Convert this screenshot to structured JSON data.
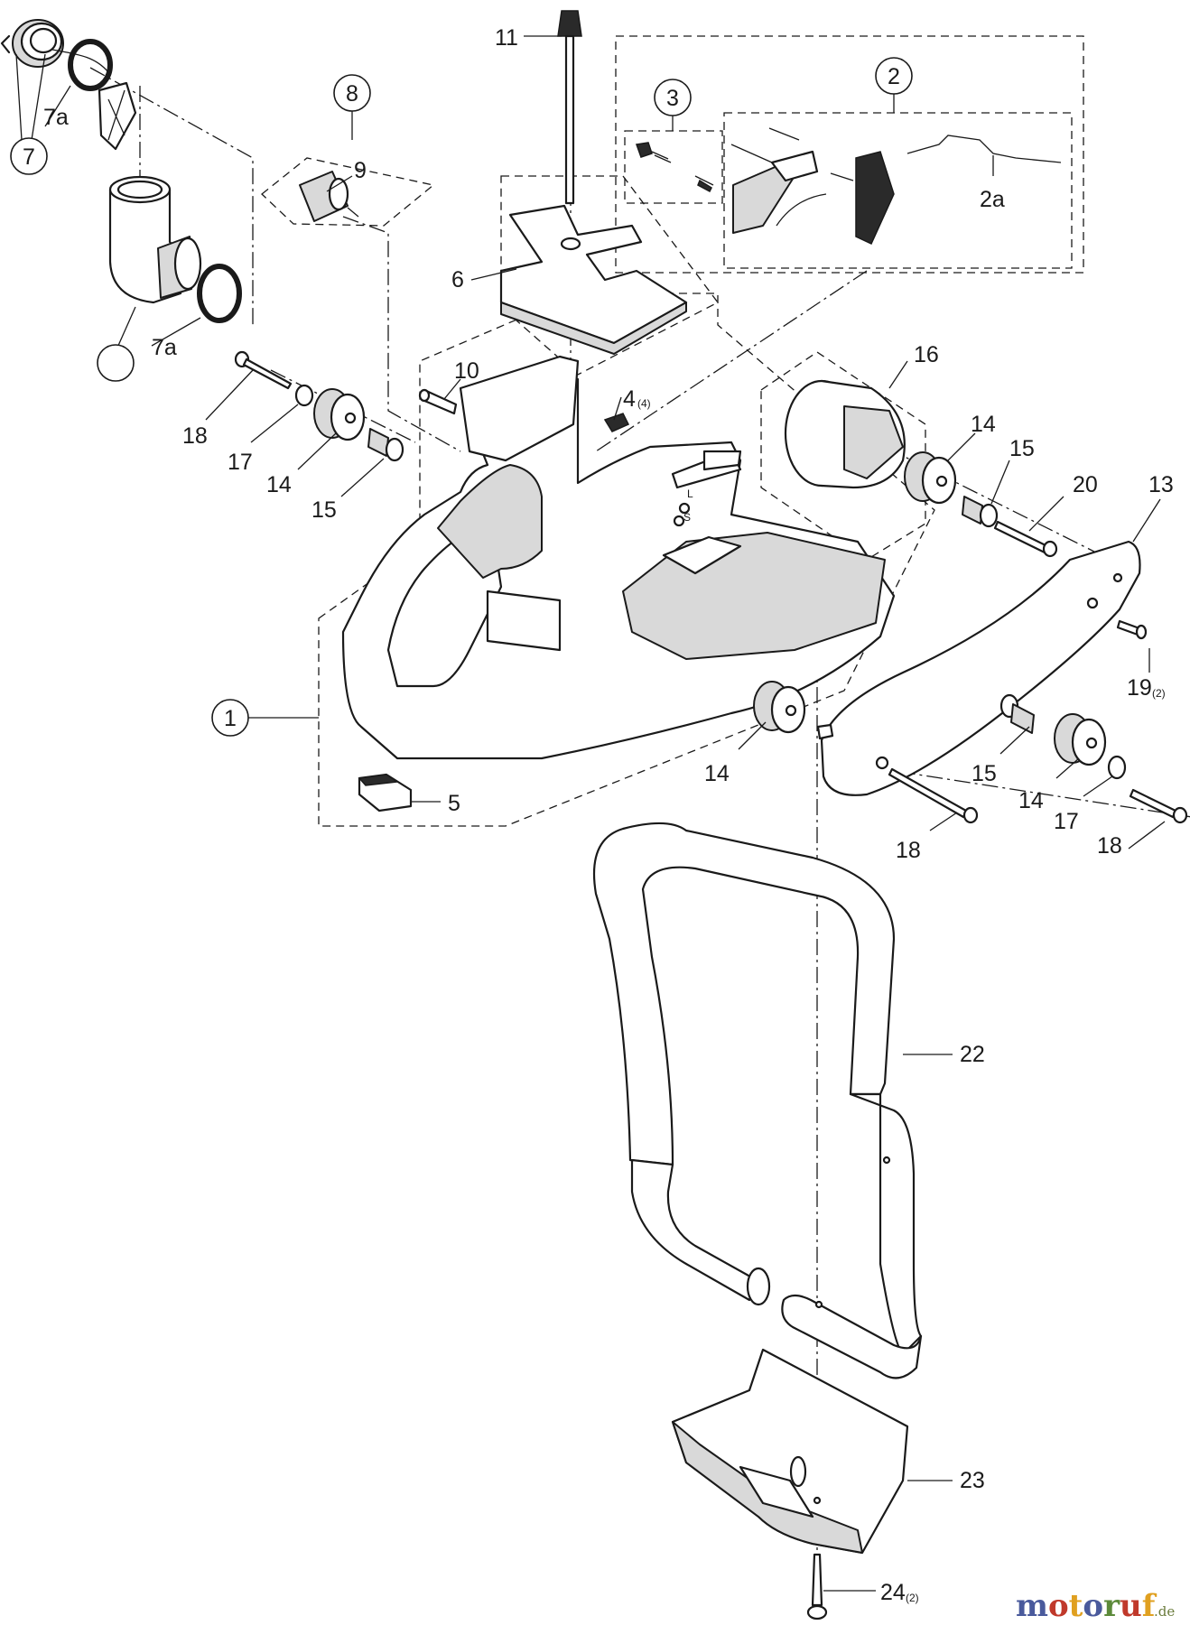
{
  "callouts": {
    "c1": "1",
    "c2": "2",
    "c2a": "2a",
    "c3": "3",
    "c4": "4",
    "c4_qty": "(4)",
    "c5": "5",
    "c6": "6",
    "c7": "7",
    "c7a_top": "7a",
    "c7a_bottom": "7a",
    "c8": "8",
    "c9": "9",
    "c10": "10",
    "c11": "11",
    "c13": "13",
    "c14_left": "14",
    "c14_mid": "14",
    "c14_upper_right": "14",
    "c14_lower_right": "14",
    "c15_left": "15",
    "c15_upper_right": "15",
    "c15_lower_right": "15",
    "c16": "16",
    "c17_left": "17",
    "c17_right": "17",
    "c18_left": "18",
    "c18_mid": "18",
    "c18_right": "18",
    "c19": "19",
    "c19_qty": "(2)",
    "c20": "20",
    "c22": "22",
    "c23": "23",
    "c24": "24",
    "c24_qty": "(2)"
  },
  "housing_marks": {
    "mark_l": "L",
    "mark_s": "S"
  },
  "watermark": {
    "brand": "motoruf",
    "suffix": ".de",
    "colors": {
      "m": "#4a5a9c",
      "o1": "#c0392b",
      "t": "#e0a020",
      "o2": "#4a5a9c",
      "r": "#5c8a3a",
      "u": "#c0392b",
      "f": "#e0a020"
    }
  }
}
